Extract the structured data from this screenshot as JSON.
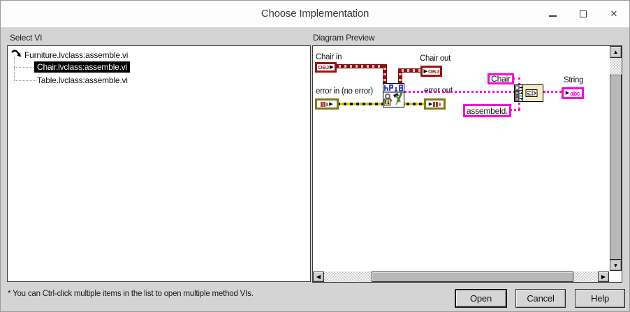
{
  "window": {
    "title": "Choose Implementation",
    "close_glyph": "✕"
  },
  "panels": {
    "left_label": "Select VI",
    "right_label": "Diagram Preview"
  },
  "vi_list": {
    "items": [
      {
        "label": "Furniture.lvclass:assemble.vi",
        "selected": false,
        "icon": "dynamic-dispatch-arrow-icon"
      },
      {
        "label": "Chair.lvclass:assemble.vi",
        "selected": true
      },
      {
        "label": "Table.lvclass:assemble.vi",
        "selected": false
      }
    ]
  },
  "diagram": {
    "chair_in_label": "Chair in",
    "chair_out_label": "Chair out",
    "error_in_label": "error in (no error)",
    "error_out_label": "error out",
    "obj_text": "OBJ",
    "string_label": "String",
    "abc_text": "abc",
    "const_chair": "Chair",
    "const_assembeld": "assembeld.",
    "colors": {
      "class_wire": "#8e1212",
      "error_frame": "#7f7c1c",
      "string_pink": "#ff00dd",
      "concat_node_fill": "#f1eec6"
    }
  },
  "glyphs": {
    "right": "▶",
    "left": "◀",
    "up": "▲",
    "down": "▼"
  },
  "footer": {
    "note": "* You can Ctrl-click multiple items in the list to open multiple method VIs.",
    "open": "Open",
    "cancel": "Cancel",
    "help": "Help"
  }
}
